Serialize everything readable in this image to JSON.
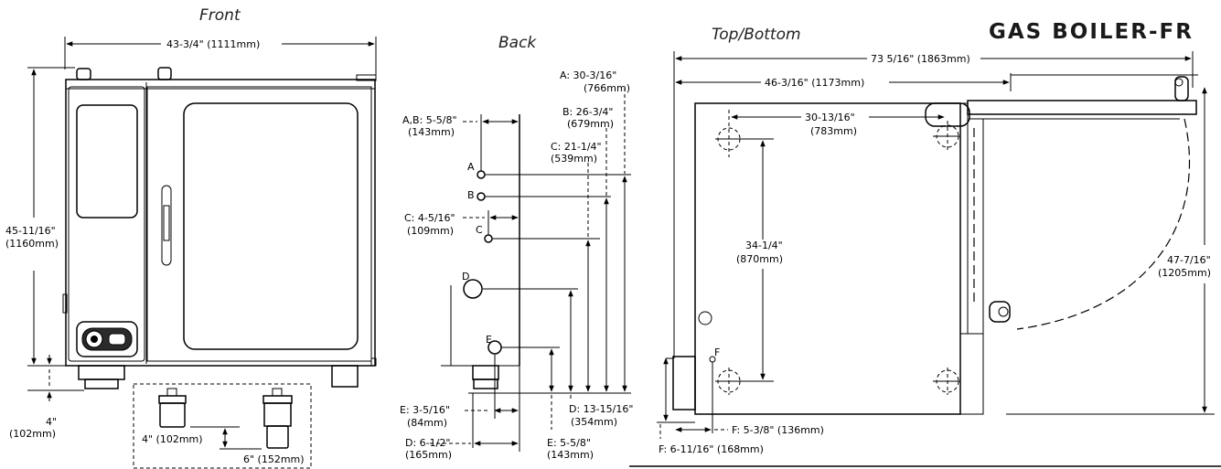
{
  "title": "GAS BOILER-FR",
  "views": {
    "front": {
      "title": "Front",
      "width": "43-3/4\" (1111mm)",
      "height_in": "45-11/16\"",
      "height_mm": "(1160mm)",
      "foot_in": "4\"",
      "foot_mm": "(102mm)",
      "leg_short": "4\" (102mm)",
      "leg_tall": "6\" (152mm)"
    },
    "back": {
      "title": "Back",
      "port_labels": [
        "A",
        "B",
        "C",
        "D",
        "E"
      ],
      "A_in": "A: 30-3/16\"",
      "A_mm": "(766mm)",
      "AB_in": "A,B: 5-5/8\"",
      "AB_mm": "(143mm)",
      "B_in": "B: 26-3/4\"",
      "B_mm": "(679mm)",
      "C_in": "C: 21-1/4\"",
      "C_mm": "(539mm)",
      "C2_in": "C: 4-5/16\"",
      "C2_mm": "(109mm)",
      "D_in": "D: 13-15/16\"",
      "D_mm": "(354mm)",
      "D2_in": "D: 6-1/2\"",
      "D2_mm": "(165mm)",
      "E_in": "E: 3-5/16\"",
      "E_mm": "(84mm)",
      "E2_in": "E: 5-5/8\"",
      "E2_mm": "(143mm)"
    },
    "top": {
      "title": "Top/Bottom",
      "overall": "73 5/16\" (1863mm)",
      "body": "46-3/16\" (1173mm)",
      "foot_span_in": "30-13/16\"",
      "foot_span_mm": "(783mm)",
      "foot_depth_in": "34-1/4\"",
      "foot_depth_mm": "(870mm)",
      "door_in": "47-7/16\"",
      "door_mm": "(1205mm)",
      "F_label": "F",
      "F1": "F: 5-3/8\" (136mm)",
      "F2": "F: 6-11/16\" (168mm)"
    }
  }
}
